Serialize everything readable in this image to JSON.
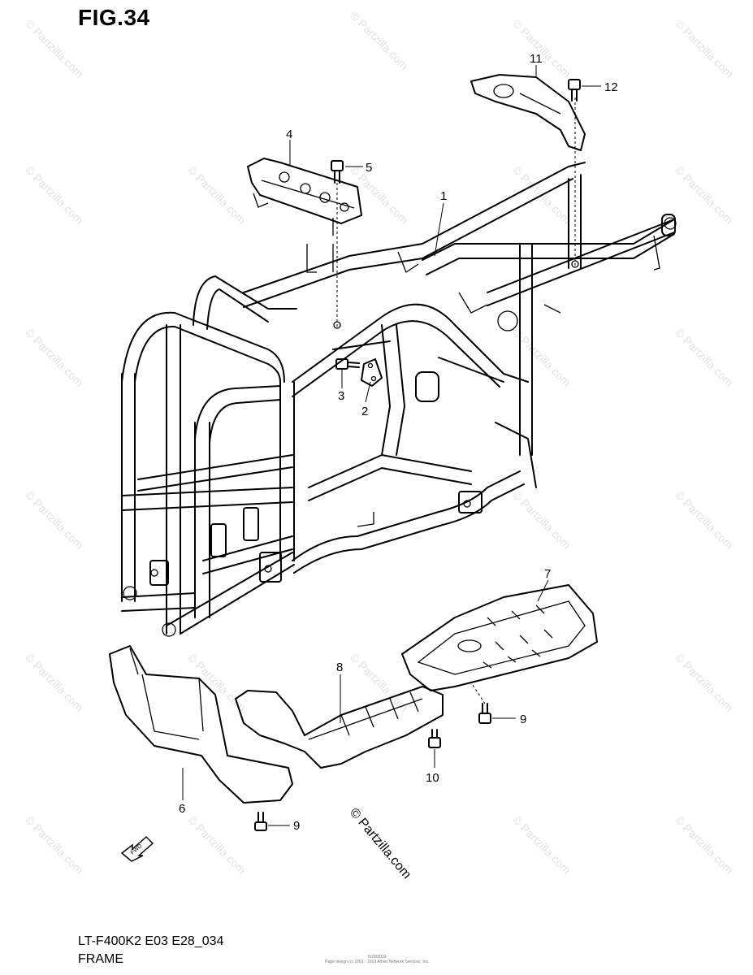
{
  "figure_title": "FIG.34",
  "callouts": [
    {
      "id": "1",
      "label": "1"
    },
    {
      "id": "2",
      "label": "2"
    },
    {
      "id": "3",
      "label": "3"
    },
    {
      "id": "4",
      "label": "4"
    },
    {
      "id": "5",
      "label": "5"
    },
    {
      "id": "6",
      "label": "6"
    },
    {
      "id": "7",
      "label": "7"
    },
    {
      "id": "8",
      "label": "8"
    },
    {
      "id": "9a",
      "label": "9"
    },
    {
      "id": "9b",
      "label": "9"
    },
    {
      "id": "10",
      "label": "10"
    },
    {
      "id": "11",
      "label": "11"
    },
    {
      "id": "12",
      "label": "12"
    }
  ],
  "watermark": "© Partzilla.com",
  "fwd_marker": "FWD",
  "footer": {
    "model_code": "LT-F400K2 E03 E28_034",
    "page_title": "FRAME",
    "fine_print_line1": "5/28/2019",
    "fine_print_line2": "Page design (c) 2001 - 2019 Arinet Network Services, Inc."
  }
}
